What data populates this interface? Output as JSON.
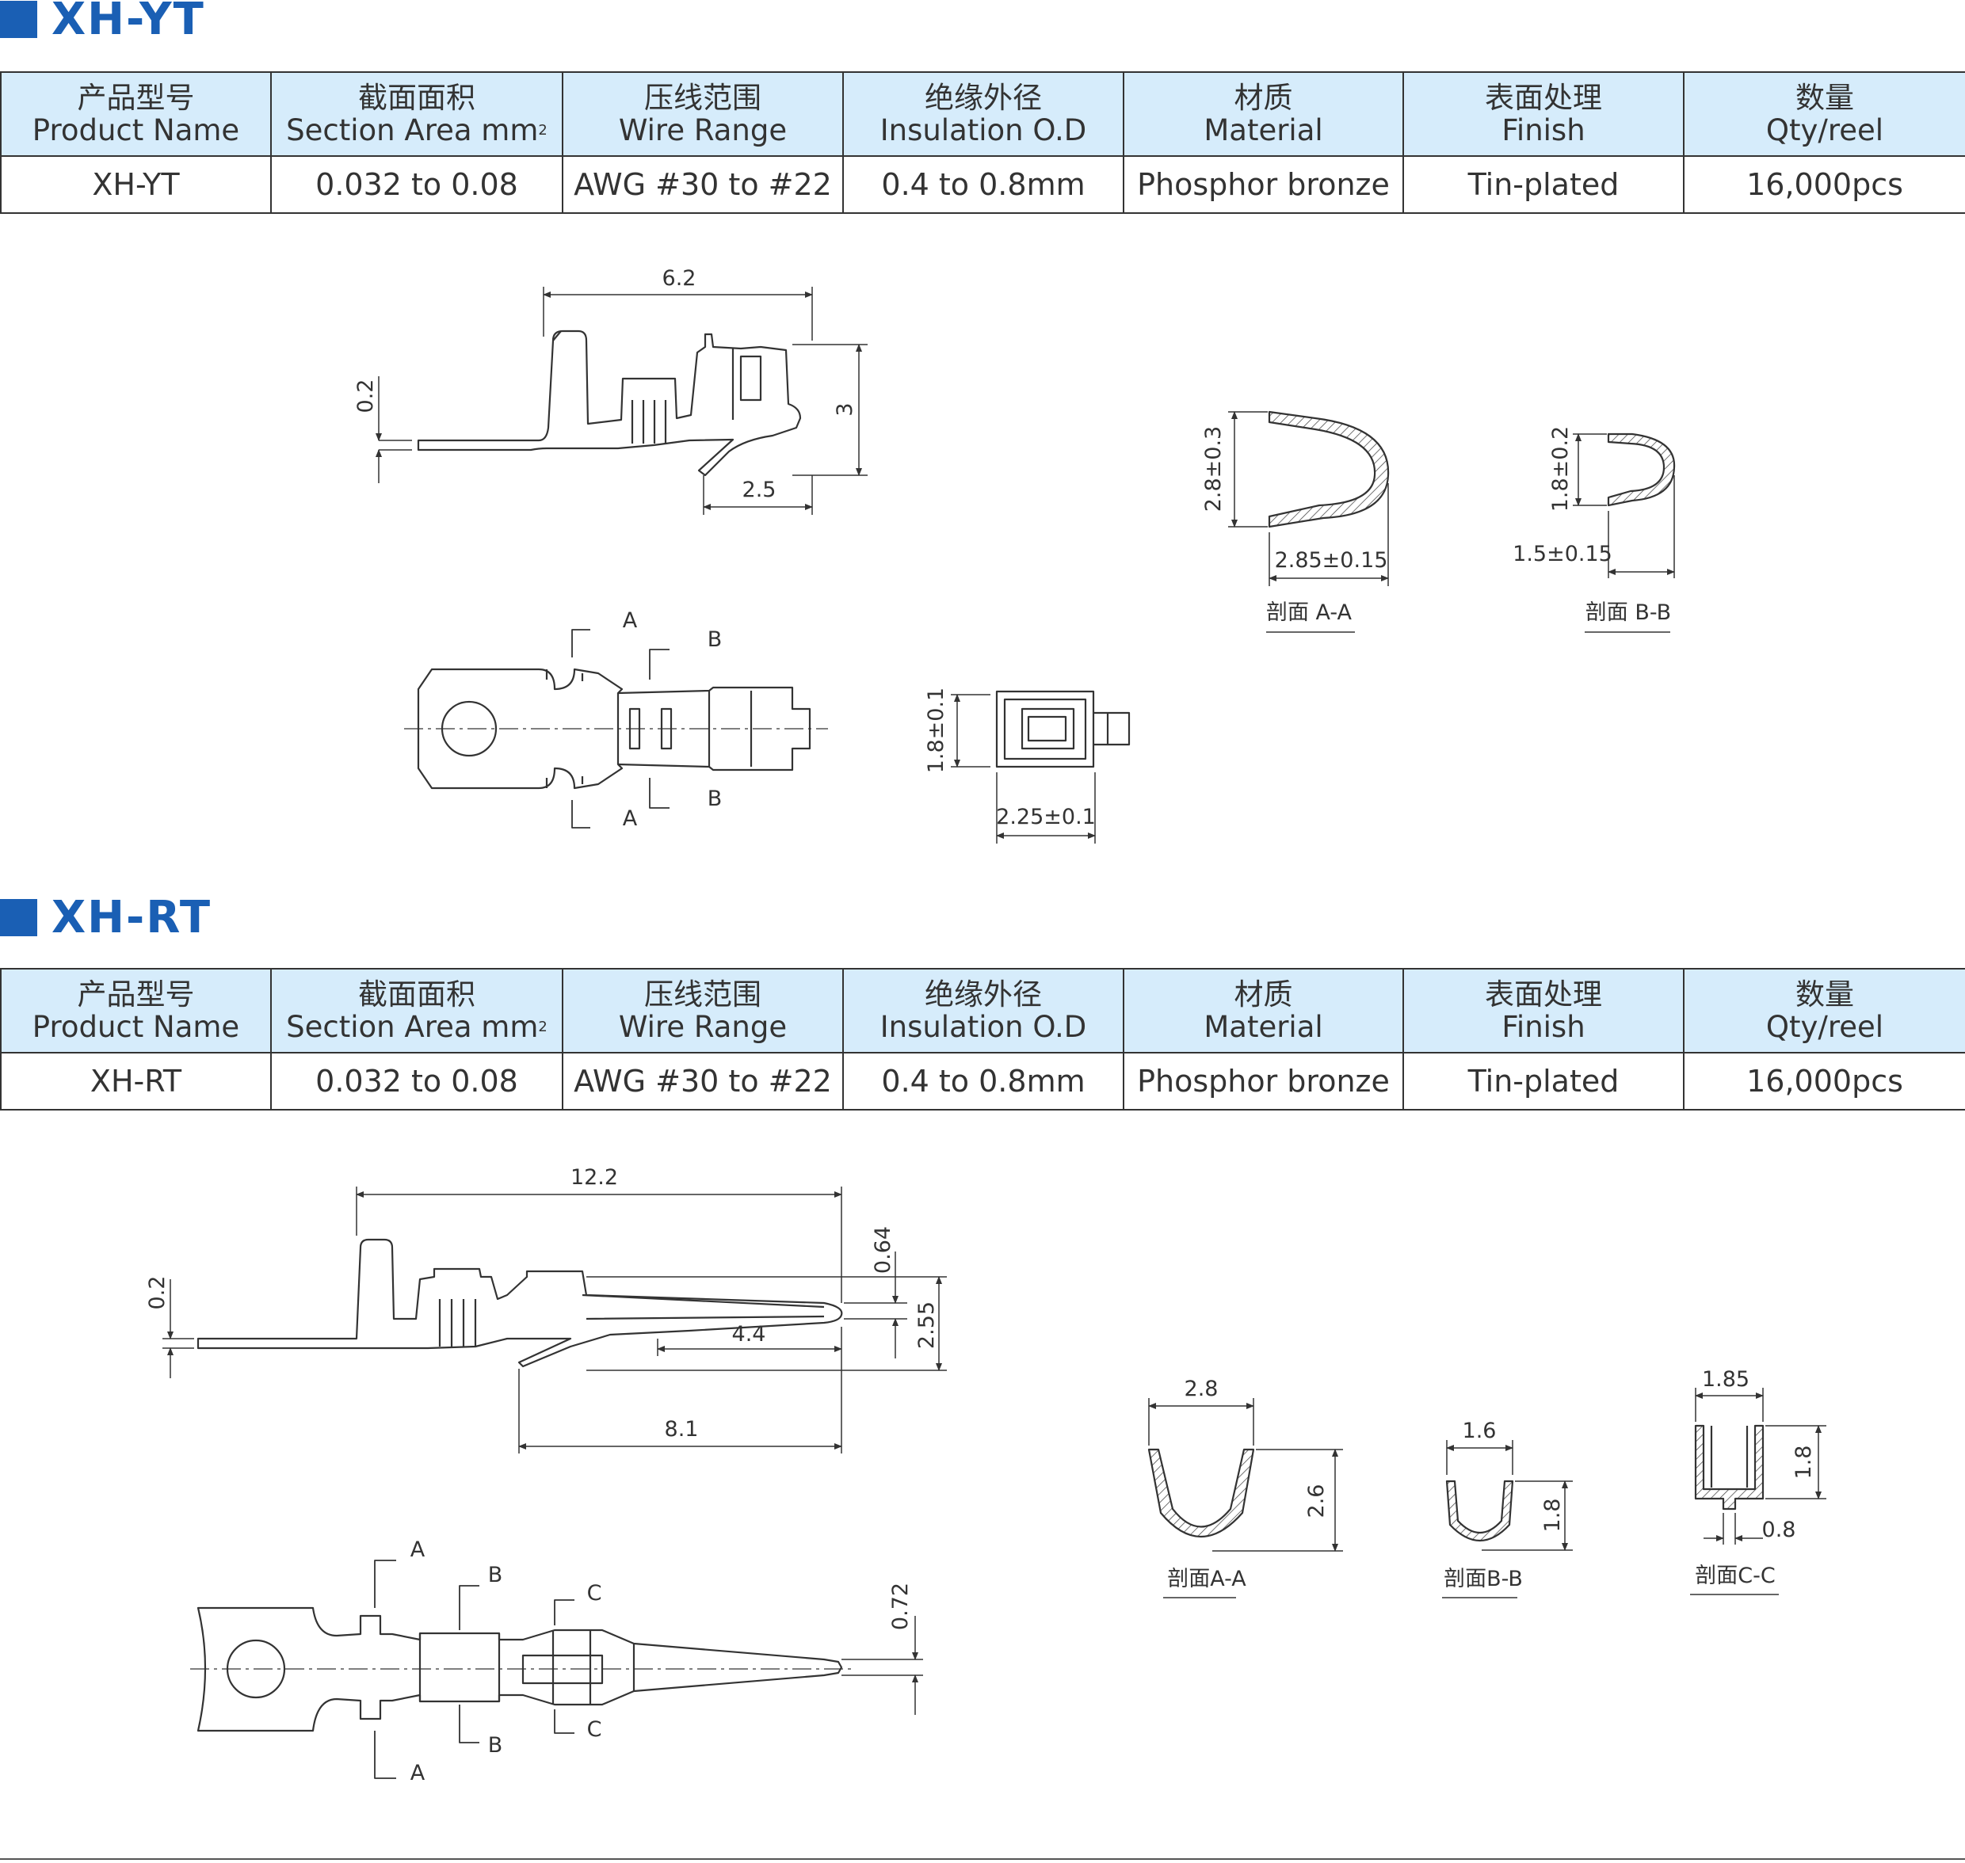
{
  "sections": [
    {
      "title": "XH-YT",
      "headers": [
        {
          "zh": "产品型号",
          "en": "Product Name"
        },
        {
          "zh": "截面面积",
          "en": "Section Area mm"
        },
        {
          "zh": "压线范围",
          "en": "Wire Range"
        },
        {
          "zh": "绝缘外径",
          "en": "Insulation O.D"
        },
        {
          "zh": "材质",
          "en": "Material"
        },
        {
          "zh": "表面处理",
          "en": "Finish"
        },
        {
          "zh": "数量",
          "en": "Qty/reel"
        }
      ],
      "area_sup": "2",
      "row": [
        "XH-YT",
        "0.032 to 0.08",
        "AWG #30 to #22",
        "0.4 to 0.8mm",
        "Phosphor bronze",
        "Tin-plated",
        "16,000pcs"
      ],
      "dims": {
        "length": "6.2",
        "thickness": "0.2",
        "height": "3",
        "barrel": "2.5",
        "a_h": "2.8±0.3",
        "a_w": "2.85±0.15",
        "a_label": "剖面 A-A",
        "b_h": "1.8±0.2",
        "b_w": "1.5±0.15",
        "b_label": "剖面 B-B",
        "front_h": "1.8±0.1",
        "front_w": "2.25±0.1",
        "cut_a": "A",
        "cut_b": "B"
      }
    },
    {
      "title": "XH-RT",
      "headers": [
        {
          "zh": "产品型号",
          "en": "Product Name"
        },
        {
          "zh": "截面面积",
          "en": "Section Area mm"
        },
        {
          "zh": "压线范围",
          "en": "Wire Range"
        },
        {
          "zh": "绝缘外径",
          "en": "Insulation O.D"
        },
        {
          "zh": "材质",
          "en": "Material"
        },
        {
          "zh": "表面处理",
          "en": "Finish"
        },
        {
          "zh": "数量",
          "en": "Qty/reel"
        }
      ],
      "area_sup": "2",
      "row": [
        "XH-RT",
        "0.032 to 0.08",
        "AWG #30 to #22",
        "0.4 to 0.8mm",
        "Phosphor bronze",
        "Tin-plated",
        "16,000pcs"
      ],
      "dims": {
        "length": "12.2",
        "thickness": "0.2",
        "pin": "0.64",
        "height": "2.55",
        "tip": "4.4",
        "body": "8.1",
        "pin_w": "0.72",
        "a_w": "2.8",
        "a_h": "2.6",
        "a_label": "剖面A-A",
        "b_w": "1.6",
        "b_h": "1.8",
        "b_label": "剖面B-B",
        "c_w": "1.85",
        "c_h": "1.8",
        "c_d": "0.8",
        "c_label": "剖面C-C",
        "cut_a": "A",
        "cut_b": "B",
        "cut_c": "C"
      }
    }
  ]
}
